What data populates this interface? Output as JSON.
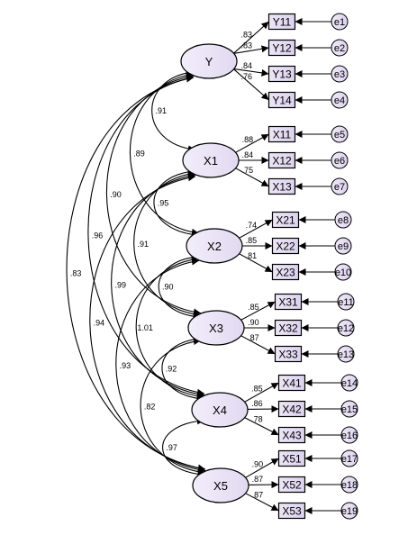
{
  "latents": [
    {
      "id": "Y",
      "label": "Y"
    },
    {
      "id": "X1",
      "label": "X1"
    },
    {
      "id": "X2",
      "label": "X2"
    },
    {
      "id": "X3",
      "label": "X3"
    },
    {
      "id": "X4",
      "label": "X4"
    },
    {
      "id": "X5",
      "label": "X5"
    }
  ],
  "indicators": [
    {
      "label": "Y11",
      "factor": "Y",
      "loading": ".83",
      "error": "e1"
    },
    {
      "label": "Y12",
      "factor": "Y",
      "loading": ".83",
      "error": "e2"
    },
    {
      "label": "Y13",
      "factor": "Y",
      "loading": ".84",
      "error": "e3"
    },
    {
      "label": "Y14",
      "factor": "Y",
      "loading": ".76",
      "error": "e4"
    },
    {
      "label": "X11",
      "factor": "X1",
      "loading": ".88",
      "error": "e5"
    },
    {
      "label": "X12",
      "factor": "X1",
      "loading": ".84",
      "error": "e6"
    },
    {
      "label": "X13",
      "factor": "X1",
      "loading": ".75",
      "error": "e7"
    },
    {
      "label": "X21",
      "factor": "X2",
      "loading": ".74",
      "error": "e8"
    },
    {
      "label": "X22",
      "factor": "X2",
      "loading": ".85",
      "error": "e9"
    },
    {
      "label": "X23",
      "factor": "X2",
      "loading": ".81",
      "error": "e10"
    },
    {
      "label": "X31",
      "factor": "X3",
      "loading": ".85",
      "error": "e11"
    },
    {
      "label": "X32",
      "factor": "X3",
      "loading": ".90",
      "error": "e12"
    },
    {
      "label": "X33",
      "factor": "X3",
      "loading": ".87",
      "error": "e13"
    },
    {
      "label": "X41",
      "factor": "X4",
      "loading": ".85",
      "error": "e14"
    },
    {
      "label": "X42",
      "factor": "X4",
      "loading": ".86",
      "error": "e15"
    },
    {
      "label": "X43",
      "factor": "X4",
      "loading": ".78",
      "error": "e16"
    },
    {
      "label": "X51",
      "factor": "X5",
      "loading": ".90",
      "error": "e17"
    },
    {
      "label": "X52",
      "factor": "X5",
      "loading": ".87",
      "error": "e18"
    },
    {
      "label": "X53",
      "factor": "X5",
      "loading": ".87",
      "error": "e19"
    }
  ],
  "correlations": [
    {
      "from": "Y",
      "to": "X1",
      "value": ".91"
    },
    {
      "from": "Y",
      "to": "X2",
      "value": ".89"
    },
    {
      "from": "Y",
      "to": "X3",
      "value": ".90"
    },
    {
      "from": "Y",
      "to": "X4",
      "value": ".96"
    },
    {
      "from": "Y",
      "to": "X5",
      "value": ".83"
    },
    {
      "from": "X1",
      "to": "X2",
      "value": ".95"
    },
    {
      "from": "X1",
      "to": "X3",
      "value": ".91"
    },
    {
      "from": "X1",
      "to": "X4",
      "value": ".99"
    },
    {
      "from": "X1",
      "to": "X5",
      "value": ".94"
    },
    {
      "from": "X2",
      "to": "X3",
      "value": ".90"
    },
    {
      "from": "X2",
      "to": "X4",
      "value": "1.01"
    },
    {
      "from": "X2",
      "to": "X5",
      "value": ".93"
    },
    {
      "from": "X3",
      "to": "X4",
      "value": ".92"
    },
    {
      "from": "X3",
      "to": "X5",
      "value": ".82"
    },
    {
      "from": "X4",
      "to": "X5",
      "value": ".97"
    }
  ],
  "colors": {
    "latent_fill": "#e6e0f2",
    "observed_fill": "#e6e0f2",
    "error_fill": "#e6e0f2",
    "stroke": "#000000"
  }
}
